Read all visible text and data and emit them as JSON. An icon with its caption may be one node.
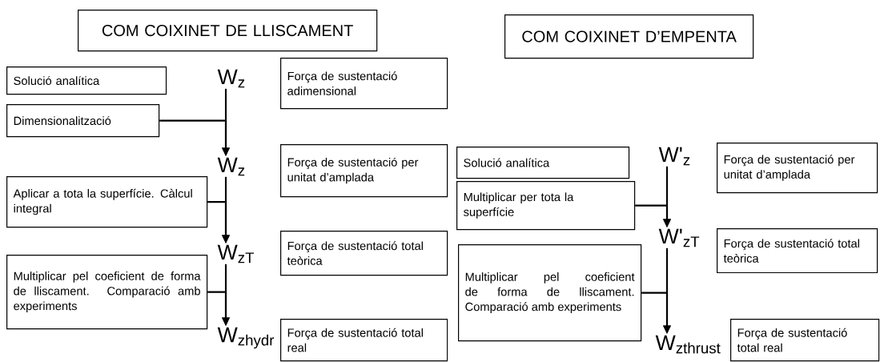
{
  "diagram": {
    "nodes": [
      {
        "text": [
          "COM COIXINET DE LLISCAMENT"
        ]
      },
      {
        "text": [
          "Solució analítica"
        ]
      },
      {
        "text": [
          "W$_{z}$"
        ]
      },
      {
        "text": [
          "Força de sustentació adimensional"
        ]
      },
      {
        "text": [
          "Dimensionalització"
        ]
      },
      {
        "text": [
          "W$_{z}$"
        ]
      },
      {
        "text": [
          "Força de sustentació per unitat d’amplada"
        ]
      },
      {
        "text": [
          "Aplicar a tota la superfície. Càlcul integral"
        ]
      },
      {
        "text": [
          "W$_{zT}$"
        ]
      },
      {
        "text": [
          "Força de sustentació total teòrica"
        ]
      },
      {
        "text": [
          "Multiplicar pel coeficient de forma de lliscament. Comparació amb experiments"
        ]
      },
      {
        "text": [
          "W$_{zhydr}$"
        ]
      },
      {
        "text": [
          "Força de sustentació total real"
        ]
      },
      {
        "text": [
          "COM COIXINET D’EMPENTA"
        ]
      },
      {
        "text": [
          "Solució analítica"
        ]
      },
      {
        "text": [
          "W'$_{z}$"
        ]
      },
      {
        "text": [
          "Força de sustentació per unitat d’amplada"
        ]
      },
      {
        "text": [
          "Multiplicar per tota la superfície"
        ]
      },
      {
        "text": [
          "W'$_{zT}$"
        ]
      },
      {
        "text": [
          "Força de sustentació total teòrica"
        ]
      },
      {
        "text": [
          "Multiplicar pel coeficient de forma de lliscament. Comparació amb experiments"
        ]
      },
      {
        "text": [
          "W$_{zthrust}$"
        ]
      },
      {
        "text": [
          "Força de sustentació total real"
        ]
      }
    ],
    "edges": [
      {
        "from": 2,
        "to": 5,
        "arrow": "to"
      },
      {
        "from": 4,
        "to": 5,
        "arrow": "to"
      },
      {
        "from": 5,
        "to": 8,
        "arrow": "to"
      },
      {
        "from": 7,
        "to": 8,
        "arrow": "to"
      },
      {
        "from": 8,
        "to": 11,
        "arrow": "to"
      },
      {
        "from": 10,
        "to": 11,
        "arrow": "to"
      },
      {
        "from": 15,
        "to": 18,
        "arrow": "to"
      },
      {
        "from": 17,
        "to": 18,
        "arrow": "to"
      },
      {
        "from": 18,
        "to": 21,
        "arrow": "to"
      },
      {
        "from": 20,
        "to": 21,
        "arrow": "to"
      }
    ]
  }
}
